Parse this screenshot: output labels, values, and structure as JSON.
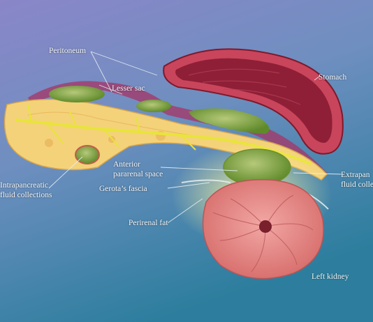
{
  "labels": {
    "peritoneum": "Peritoneum",
    "lesser_sac": "Lesser sac",
    "stomach": "Stomach",
    "anterior_pararenal_line1": "Anterior",
    "anterior_pararenal_line2": "pararenal space",
    "gerotas_fascia": "Gerota’s fascia",
    "perirenal_fat": "Perirenal fat",
    "intrapancreatic_line1": "Intrapancreatic",
    "intrapancreatic_line2": "fluid collections",
    "extrapancreatic_line1": "Extrapan",
    "extrapancreatic_line2": "fluid colle",
    "left_kidney": "Left kidney"
  },
  "colors": {
    "background_top": "#8a82c4",
    "background_bottom": "#2f7fa0",
    "pancreas": "#f3d27a",
    "pancreatic_duct": "#e9e43a",
    "fluid": "#7ea13a",
    "stomach_wall": "#c9455c",
    "stomach_lumen": "#8e1f36",
    "kidney": "#e48a8c",
    "label_text": "#f4f8fb"
  }
}
